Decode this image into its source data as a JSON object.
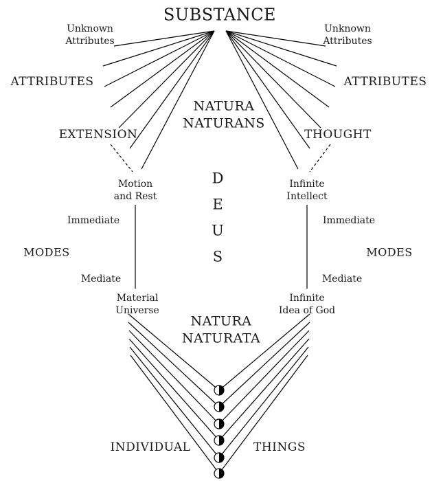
{
  "diagram": {
    "substance_label": "SUBSTANCE",
    "left": {
      "unknown_attributes": [
        "Unknown",
        "Attributes"
      ],
      "attributes": "ATTRIBUTES",
      "extension": "EXTENSION",
      "motion_and_rest": [
        "Motion",
        "and Rest"
      ],
      "immediate": "Immediate",
      "modes": "MODES",
      "mediate": "Mediate",
      "material_universe": [
        "Material",
        "Universe"
      ]
    },
    "right": {
      "unknown_attributes": [
        "Unknown",
        "Attributes"
      ],
      "attributes": "ATTRIBUTES",
      "thought": "THOUGHT",
      "infinite_intellect": [
        "Infinite",
        "Intellect"
      ],
      "immediate": "Immediate",
      "modes": "MODES",
      "mediate": "Mediate",
      "infinite_idea_of_god": [
        "Infinite",
        "Idea of God"
      ]
    },
    "center": {
      "natura_naturans": [
        "NATURA",
        "NATURANS"
      ],
      "deus_letters": [
        "D",
        "E",
        "U",
        "S"
      ],
      "natura_naturata": [
        "NATURA",
        "NATURATA"
      ]
    },
    "bottom": {
      "individual": "INDIVIDUAL",
      "things": "THINGS",
      "thing_circle_count": 6
    },
    "colors": {
      "line": "#000000",
      "text": "#1a1a1a",
      "background": "#ffffff"
    }
  }
}
